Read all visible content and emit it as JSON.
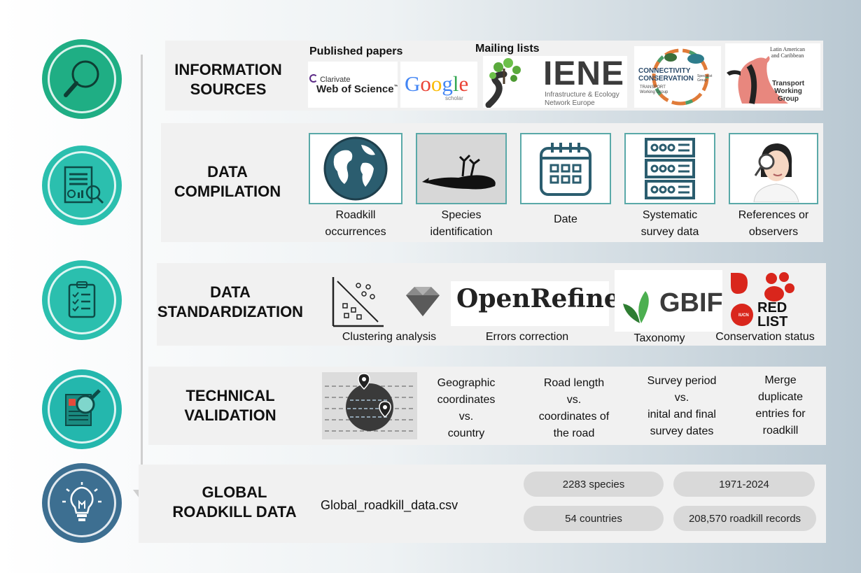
{
  "stages": [
    {
      "title_line1": "INFORMATION",
      "title_line2": "SOURCES"
    },
    {
      "title_line1": "DATA",
      "title_line2": "COMPILATION"
    },
    {
      "title_line1": "DATA",
      "title_line2": "STANDARDIZATION"
    },
    {
      "title_line1": "TECHNICAL",
      "title_line2": "VALIDATION"
    },
    {
      "title_line1": "GLOBAL",
      "title_line2": "ROADKILL DATA"
    }
  ],
  "sources": {
    "published_label": "Published papers",
    "mailing_label": "Mailing lists",
    "wos_small": "Clarivate",
    "wos_big": "Web of Science",
    "wos_tm": "™",
    "google": "Google",
    "google_scholar": "scholar",
    "iene_big": "IENE",
    "iene_sub1": "Infrastructure & Ecology",
    "iene_sub2": "Network Europe",
    "cc_line1": "CONNECTIVITY",
    "cc_line2": "CONSERVATION",
    "cc_line3": "TRANSPORT",
    "cc_line4": "Working Group",
    "cc_side": "Specialist Group",
    "latam_line1": "Latin American",
    "latam_line2": "and Caribbean",
    "latam_line3": "Transport",
    "latam_line4": "Working",
    "latam_line5": "Group"
  },
  "compilation": [
    {
      "icon": "globe-icon",
      "line1": "Roadkill",
      "line2": "occurrences"
    },
    {
      "icon": "dead-bird-icon",
      "line1": "Species",
      "line2": "identification"
    },
    {
      "icon": "calendar-icon",
      "line1": "Date",
      "line2": ""
    },
    {
      "icon": "server-icon",
      "line1": "Systematic",
      "line2": "survey data"
    },
    {
      "icon": "observer-icon",
      "line1": "References or",
      "line2": "observers"
    }
  ],
  "standardization": {
    "clustering": "Clustering analysis",
    "openrefine": "OpenRefine",
    "errors": "Errors correction",
    "gbif": "GBIF",
    "taxonomy": "Taxonomy",
    "redlist1": "RED",
    "redlist2": "LIST",
    "iucn": "IUCN",
    "conservation": "Conservation status"
  },
  "validation": [
    {
      "l1": "Geographic",
      "l2": "coordinates",
      "l3": "vs.",
      "l4": "country"
    },
    {
      "l1": "Road length",
      "l2": "vs.",
      "l3": "coordinates of",
      "l4": "the road"
    },
    {
      "l1": "Survey period",
      "l2": "vs.",
      "l3": "inital and final",
      "l4": "survey dates"
    },
    {
      "l1": "Merge",
      "l2": "duplicate",
      "l3": "entries for",
      "l4": "roadkill"
    }
  ],
  "global": {
    "file": "Global_roadkill_data.csv",
    "species": "2283 species",
    "years": "1971-2024",
    "countries": "54 countries",
    "records": "208,570 roadkill records"
  },
  "colors": {
    "stage1": "#1fae84",
    "stage2": "#2bbfae",
    "stage3": "#2bbfae",
    "stage4": "#24b7ad",
    "stage5": "#3d6f91",
    "box_border": "#5aa9a8",
    "panel": "#f1f1f1"
  }
}
